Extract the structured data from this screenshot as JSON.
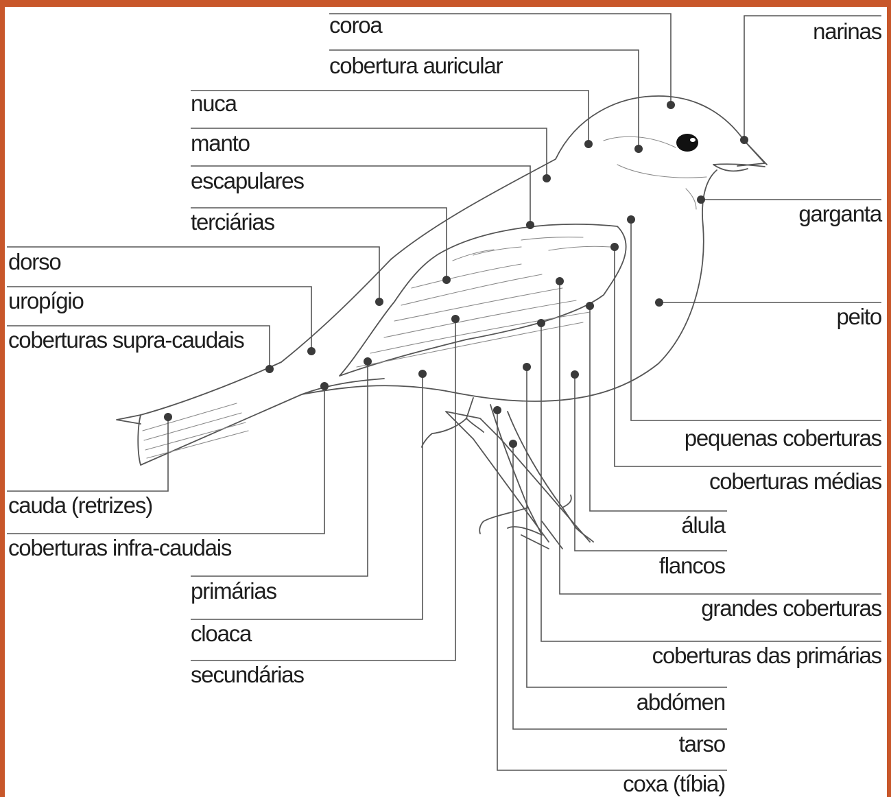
{
  "colors": {
    "border": "#c8572a",
    "background": "#ffffff",
    "line": "#555555",
    "text": "#1e1e1e"
  },
  "labels": {
    "coroa": "coroa",
    "cobertura_auricular": "cobertura auricular",
    "nuca": "nuca",
    "manto": "manto",
    "escapulares": "escapulares",
    "terciarias": "terciárias",
    "dorso": "dorso",
    "uropigio": "uropígio",
    "coberturas_supra_caudais": "coberturas supra-caudais",
    "cauda": "cauda (retrizes)",
    "coberturas_infra_caudais": "coberturas infra-caudais",
    "primarias": "primárias",
    "cloaca": "cloaca",
    "secundarias": "secundárias",
    "narinas": "narinas",
    "garganta": "garganta",
    "peito": "peito",
    "pequenas_coberturas": "pequenas coberturas",
    "coberturas_medias": "coberturas médias",
    "alula": "álula",
    "flancos": "flancos",
    "grandes_coberturas": "grandes coberturas",
    "coberturas_das_primarias": "coberturas das primárias",
    "abdomen": "abdómen",
    "tarso": "tarso",
    "coxa": "coxa (tíbia)"
  }
}
